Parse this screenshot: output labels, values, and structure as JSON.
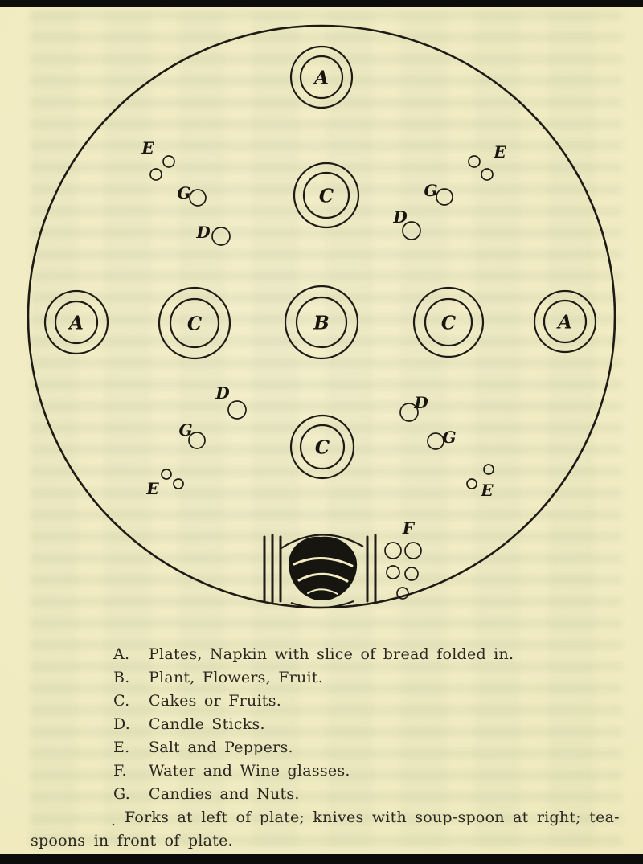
{
  "page": {
    "paper_color": "#f2ecc3",
    "ink_color": "#1d1b14"
  },
  "diagram": {
    "plates": [
      {
        "id": "top",
        "label": "A"
      },
      {
        "id": "upper-center",
        "label": "C"
      },
      {
        "id": "left-outer",
        "label": "A"
      },
      {
        "id": "left-inner",
        "label": "C"
      },
      {
        "id": "center",
        "label": "B"
      },
      {
        "id": "right-inner",
        "label": "C"
      },
      {
        "id": "right-outer",
        "label": "A"
      },
      {
        "id": "lower-center",
        "label": "C"
      }
    ],
    "letters": {
      "salt_and_peppers": "E",
      "candies_and_nuts": "G",
      "candle_sticks": "D",
      "glasses": "F"
    }
  },
  "legend": {
    "items": [
      {
        "key": "A.",
        "text": "Plates, Napkin with slice of bread folded in."
      },
      {
        "key": "B.",
        "text": "Plant, Flowers, Fruit."
      },
      {
        "key": "C.",
        "text": "Cakes or Fruits."
      },
      {
        "key": "D.",
        "text": "Candle Sticks."
      },
      {
        "key": "E.",
        "text": "Salt and Peppers."
      },
      {
        "key": "F.",
        "text": "Water and Wine glasses."
      },
      {
        "key": "G.",
        "text": "Candies and Nuts."
      }
    ],
    "note_line1": "Forks at left of plate; knives with soup-spoon at right; tea-",
    "note_line2": "spoons in front of plate.",
    "print_mark": "."
  }
}
